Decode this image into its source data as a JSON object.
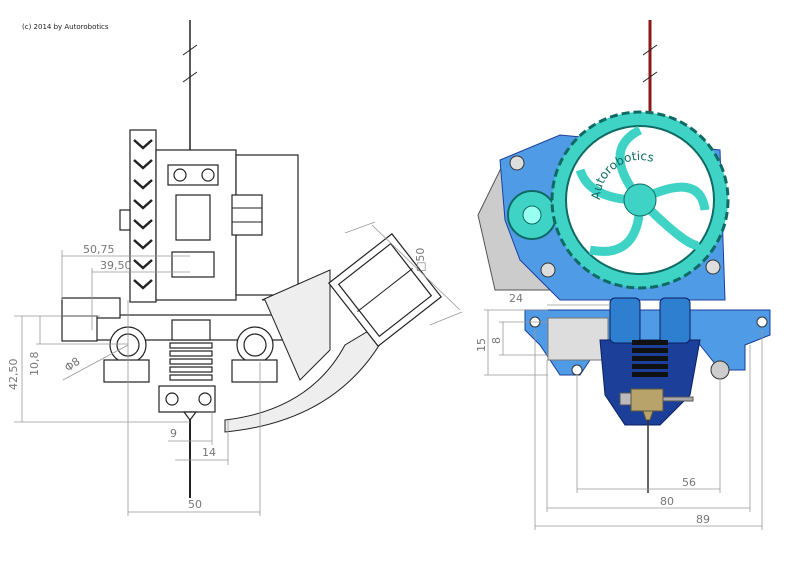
{
  "copyright": "(c) 2014 by Autorobotics",
  "gear_logo_text": "Autorobotics",
  "colors": {
    "body_blue": "#4f9be6",
    "dark_blue": "#1c3f9a",
    "gear_cyan": "#3fd3c6",
    "brass": "#b8a46a",
    "filament_red": "#8b1a1a",
    "dimension_grey": "#999999"
  },
  "side_view": {
    "dimensions": {
      "d1": "50,75",
      "d2": "39,50",
      "d3": "42,50",
      "d4": "10,8",
      "d5": "Φ8",
      "d6": "9",
      "d7": "14",
      "d8": "50",
      "d9": "□50"
    }
  },
  "front_view": {
    "dimensions": {
      "d1": "24",
      "d2": "15",
      "d3": "8",
      "d4": "56",
      "d5": "80",
      "d6": "89"
    }
  }
}
